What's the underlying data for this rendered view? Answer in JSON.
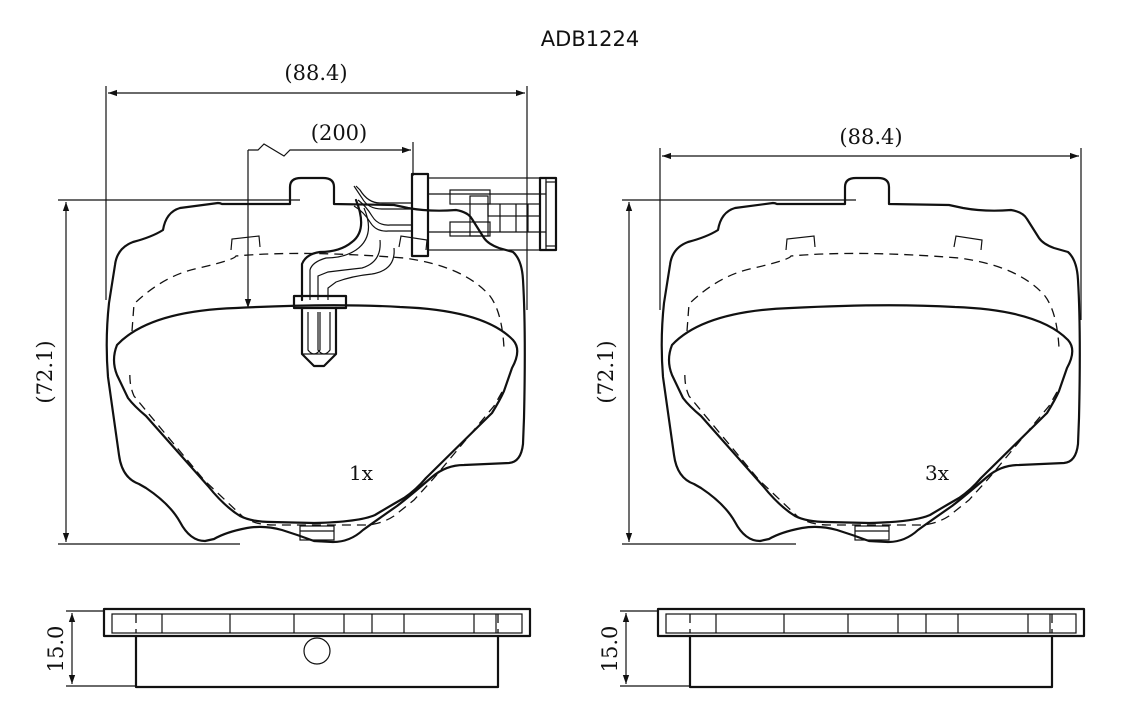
{
  "part_number": "ADB1224",
  "dimensions": {
    "width_left": "(88.4)",
    "width_right": "(88.4)",
    "sensor_length": "(200)",
    "height_left": "(72.1)",
    "height_right": "(72.1)",
    "thickness_left": "15.0",
    "thickness_right": "15.0"
  },
  "quantities": {
    "left_pad": "1x",
    "right_pad": "3x"
  }
}
